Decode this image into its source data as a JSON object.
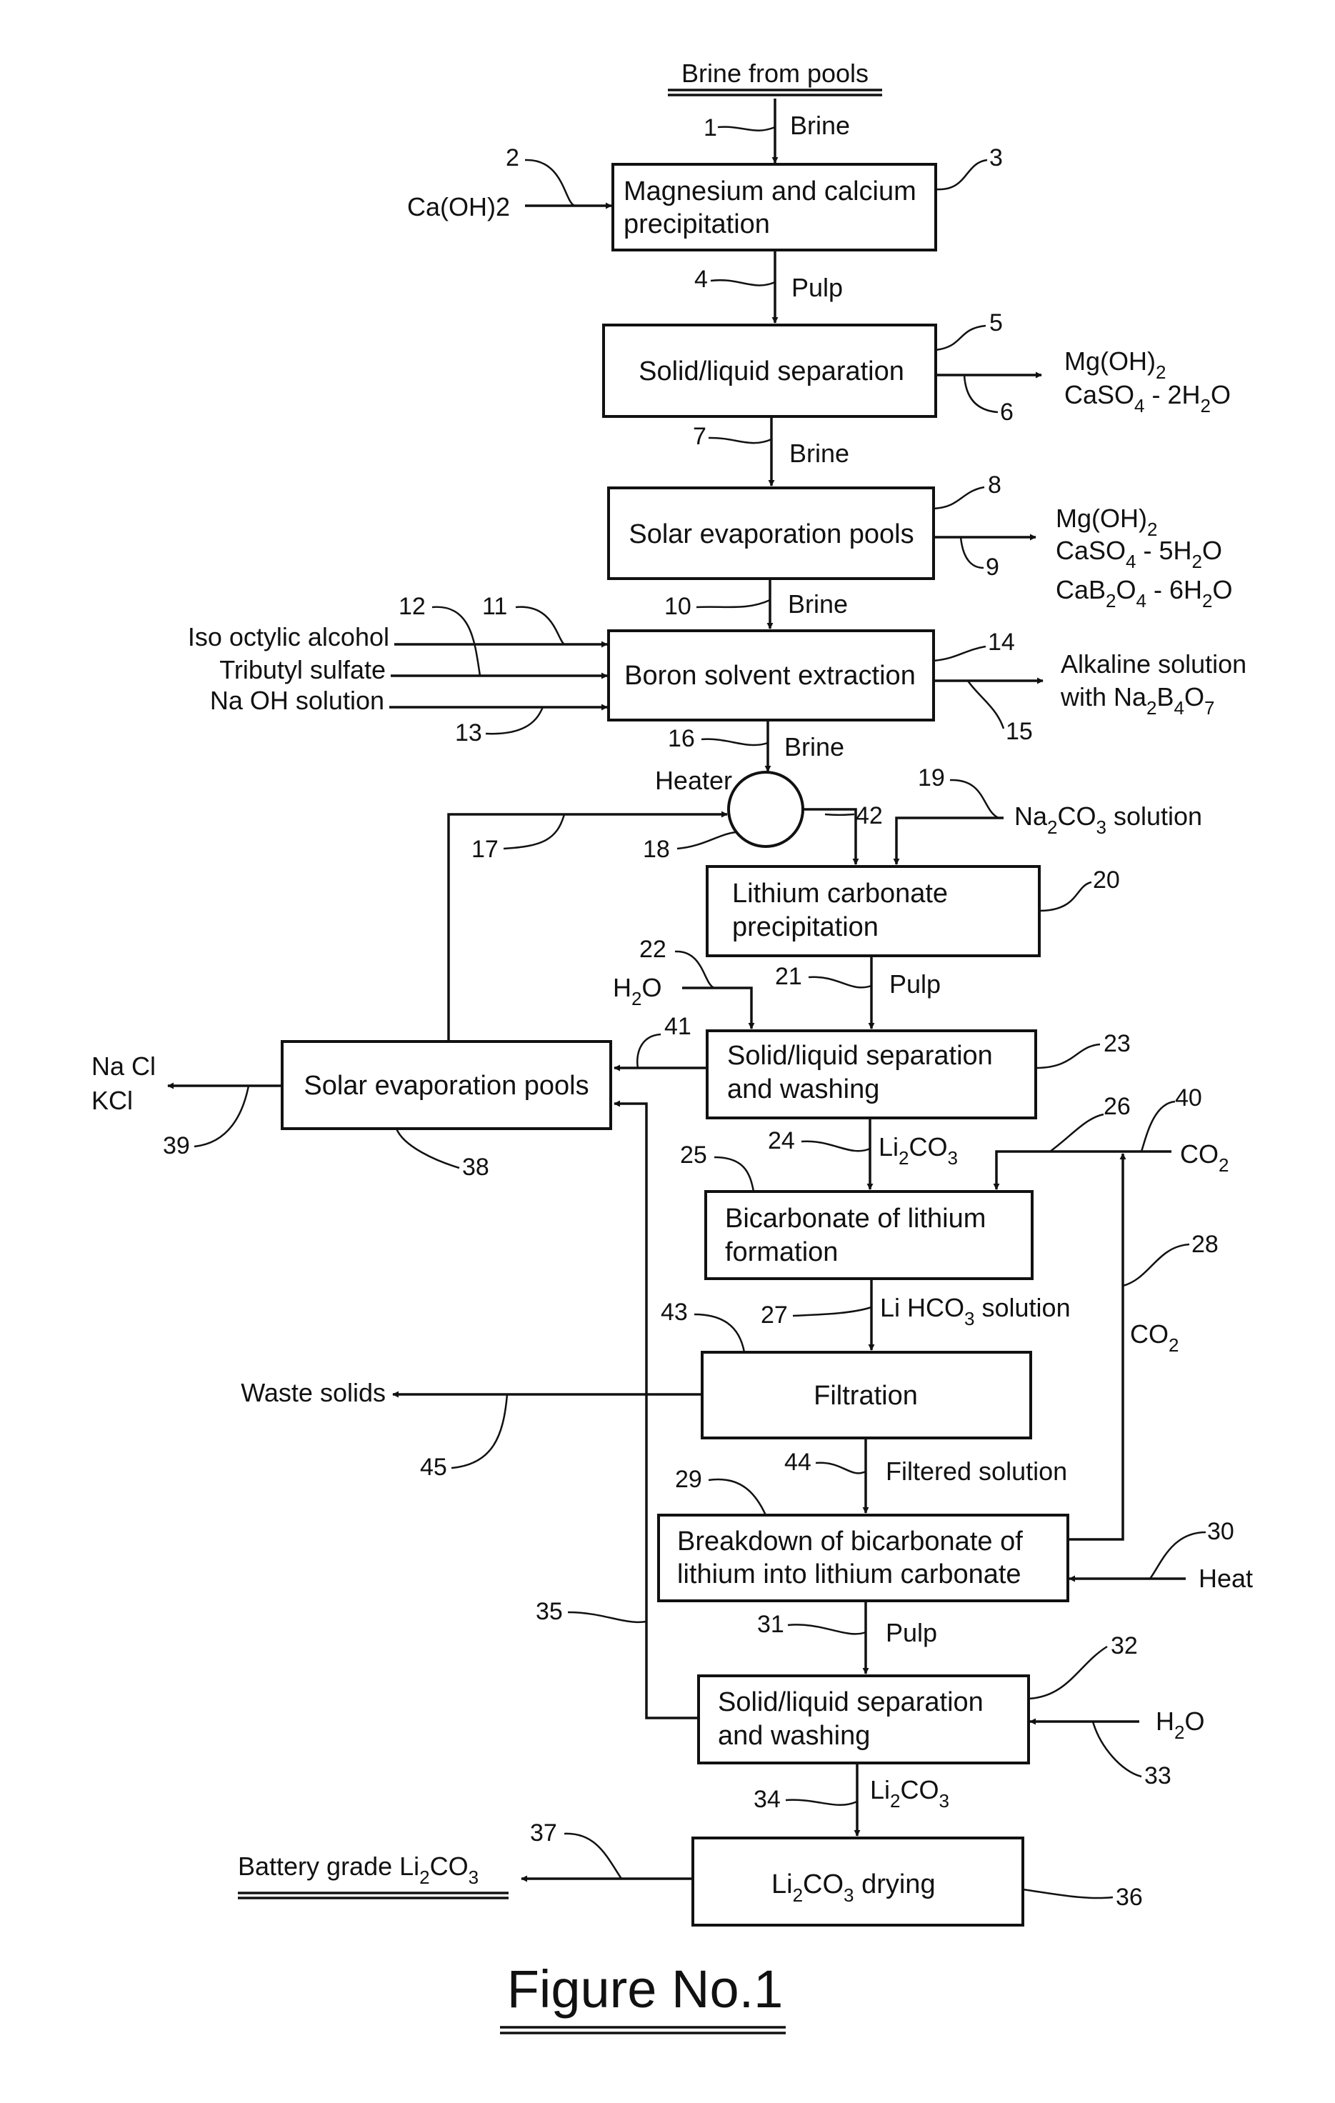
{
  "diagram": {
    "title": "Figure No.1",
    "source": "Brine from pools",
    "product": "Battery grade Li2CO3",
    "boxes": {
      "mg_ca_precip": [
        "Magnesium and calcium",
        "precipitation"
      ],
      "sl_sep_1": [
        "Solid/liquid separation"
      ],
      "solar_pools_1": [
        "Solar evaporation pools"
      ],
      "boron_extraction": [
        "Boron solvent extraction"
      ],
      "heater": "Heater",
      "li_carbonate_precip": [
        "Lithium carbonate",
        "precipitation"
      ],
      "sl_sep_wash_1": [
        "Solid/liquid separation",
        "and washing"
      ],
      "solar_pools_2": [
        "Solar evaporation pools"
      ],
      "bicarb_formation": [
        "Bicarbonate of lithium",
        "formation"
      ],
      "filtration": [
        "Filtration"
      ],
      "breakdown": [
        "Breakdown of bicarbonate of",
        "lithium into lithium carbonate"
      ],
      "sl_sep_wash_2": [
        "Solid/liquid separation",
        "and washing"
      ],
      "drying": [
        "Li2CO3 drying"
      ]
    },
    "streams": {
      "brine": "Brine",
      "pulp": "Pulp",
      "ca_oh2": "Ca(OH)2",
      "out_sep1": [
        "Mg(OH)2",
        "CaSO4 - 2H2O"
      ],
      "out_pools1": [
        "Mg(OH)2",
        "CaSO4 - 5H2O",
        "CaB2O4 - 6H2O"
      ],
      "iso_octylic": "Iso octylic alcohol",
      "tributyl": "Tributyl sulfate",
      "naoh": "Na OH solution",
      "alkaline": [
        "Alkaline solution",
        "with Na2B4O7"
      ],
      "na2co3": "Na2CO3 solution",
      "h2o": "H2O",
      "li2co3": "Li2CO3",
      "co2": "CO2",
      "lihco3": "Li HCO3 solution",
      "waste_solids": "Waste solids",
      "filtered": "Filtered solution",
      "heat": "Heat",
      "salts": [
        "Na Cl",
        "KCl"
      ]
    },
    "ref_numbers": [
      "1",
      "2",
      "3",
      "4",
      "5",
      "6",
      "7",
      "8",
      "9",
      "10",
      "11",
      "12",
      "13",
      "14",
      "15",
      "16",
      "17",
      "18",
      "19",
      "20",
      "21",
      "22",
      "23",
      "24",
      "25",
      "26",
      "27",
      "28",
      "29",
      "30",
      "31",
      "32",
      "33",
      "34",
      "35",
      "36",
      "37",
      "38",
      "39",
      "40",
      "41",
      "42",
      "43",
      "44",
      "45"
    ]
  }
}
